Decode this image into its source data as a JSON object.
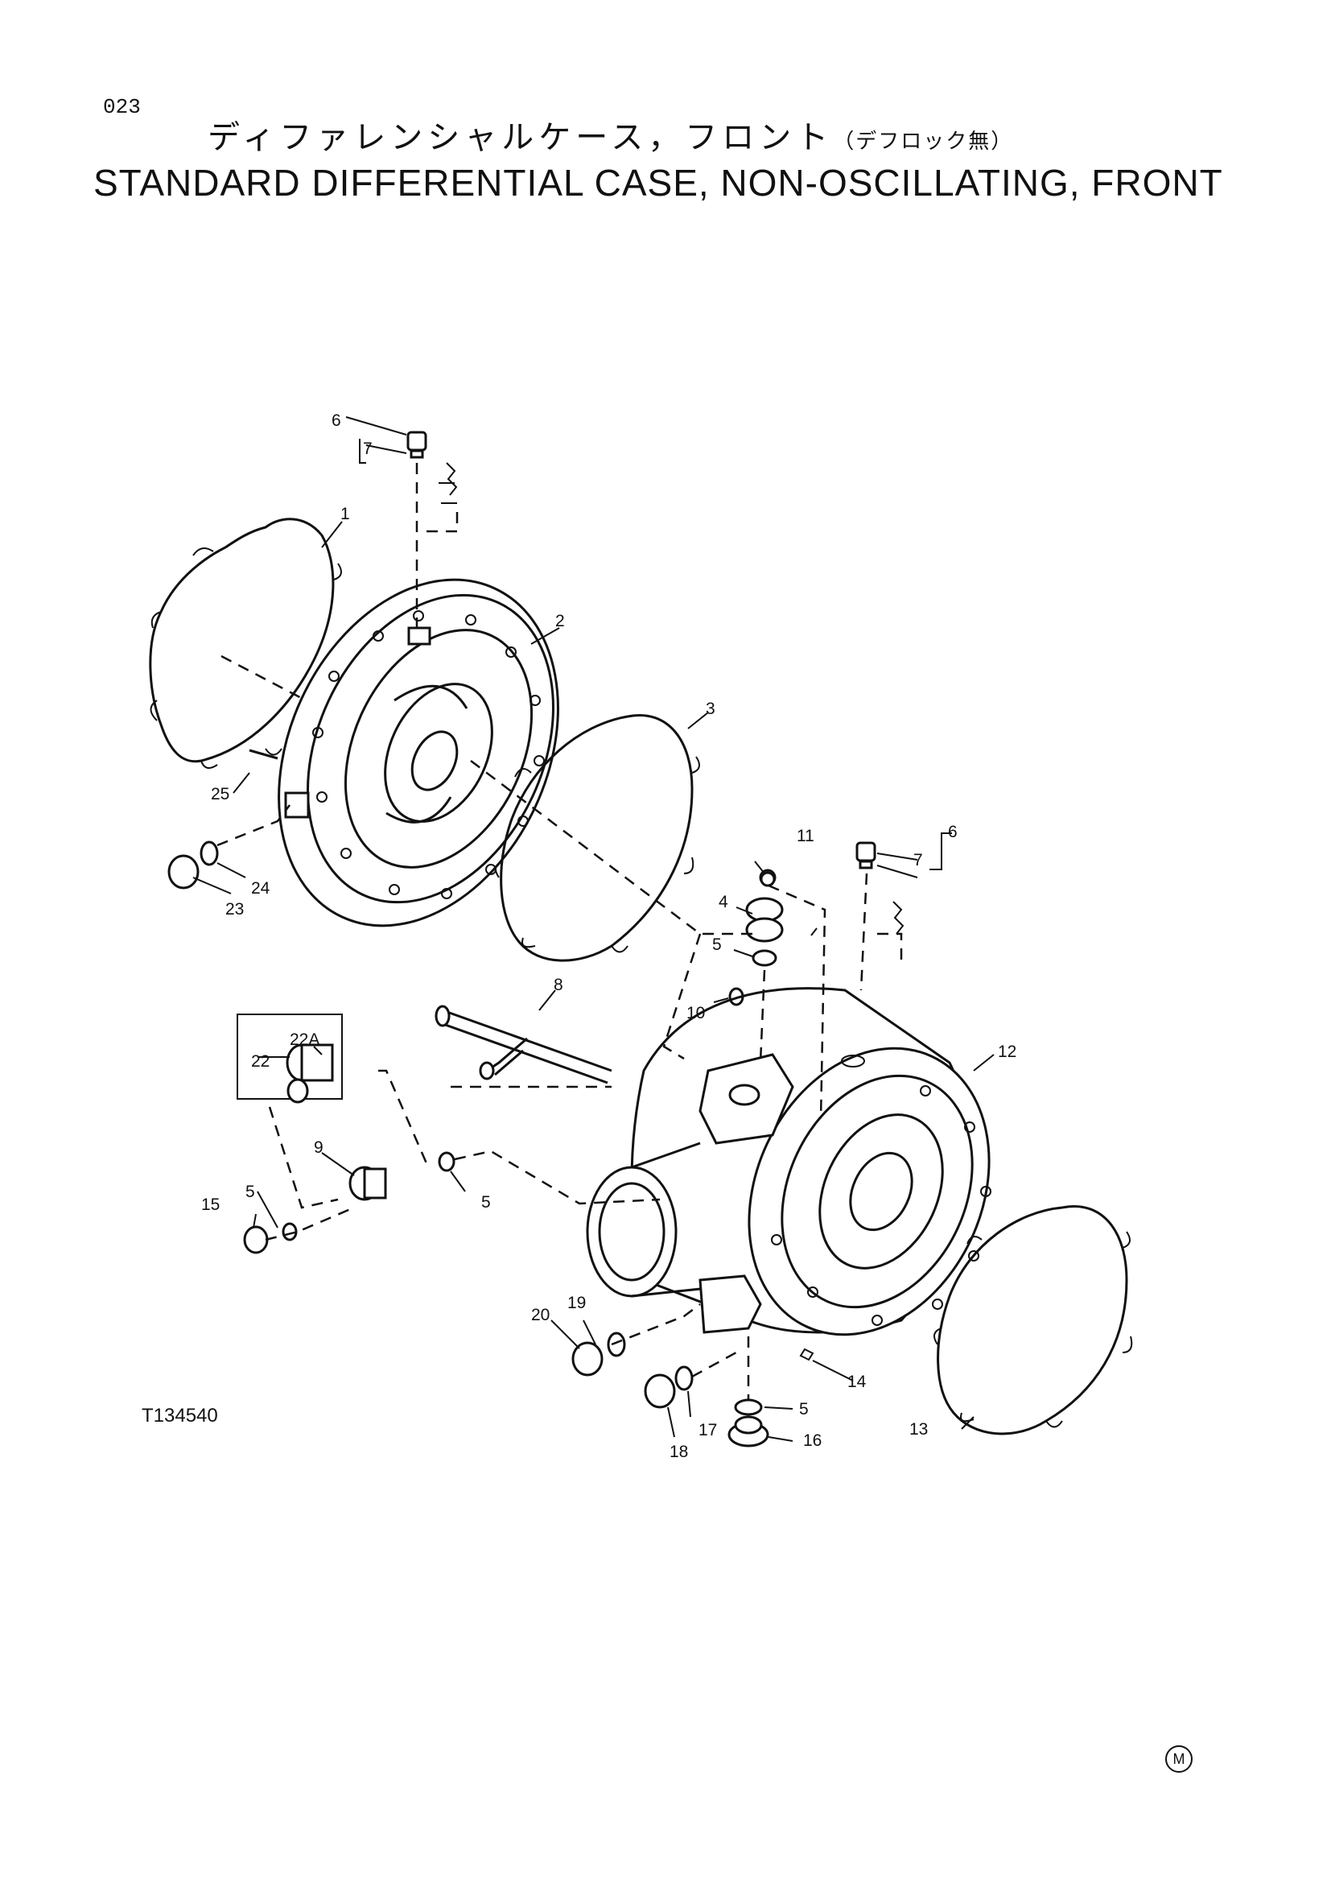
{
  "header": {
    "page_code": "023",
    "title_ja": "ディファレンシャルケース，フロント",
    "title_ja_sub": "（デフロック無）",
    "title_en": "STANDARD DIFFERENTIAL CASE, NON-OSCILLATING, FRONT"
  },
  "figure_code": "T134540",
  "corner_mark": "M",
  "callouts": {
    "c1": "1",
    "c2": "2",
    "c3": "3",
    "c4": "4",
    "c5a": "5",
    "c5b": "5",
    "c5c": "5",
    "c5d": "5",
    "c6a": "6",
    "c6b": "6",
    "c7a": "7",
    "c7b": "7",
    "c8": "8",
    "c9": "9",
    "c10": "10",
    "c11": "11",
    "c12": "12",
    "c13": "13",
    "c14": "14",
    "c15": "15",
    "c16": "16",
    "c17": "17",
    "c18": "18",
    "c19": "19",
    "c20": "20",
    "c22": "22",
    "c22a": "22A",
    "c23": "23",
    "c24": "24",
    "c25": "25"
  }
}
